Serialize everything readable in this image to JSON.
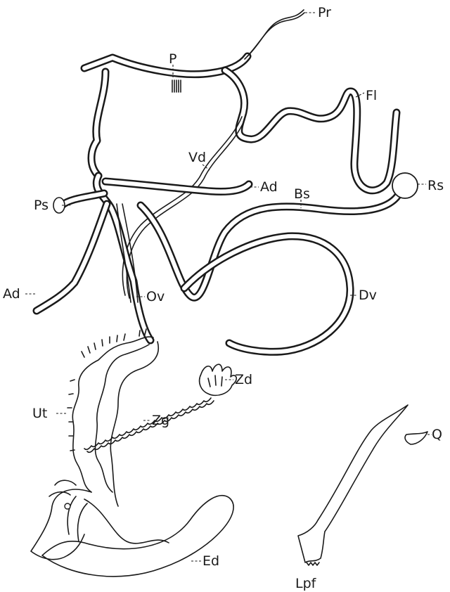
{
  "labels": {
    "pr": "Pr",
    "p": "P",
    "fl": "Fl",
    "vd": "Vd",
    "ad_upper": "Ad",
    "rs": "Rs",
    "bs": "Bs",
    "ps": "Ps",
    "ad_lower": "Ad",
    "ov": "Ov",
    "dv": "Dv",
    "ut": "Ut",
    "zd": "Zd",
    "q": "Q",
    "zg": "Zg",
    "ed": "Ed",
    "lpf": "Lpf"
  },
  "colors": {
    "ink": "#1a1a1a",
    "paper": "#ffffff"
  }
}
